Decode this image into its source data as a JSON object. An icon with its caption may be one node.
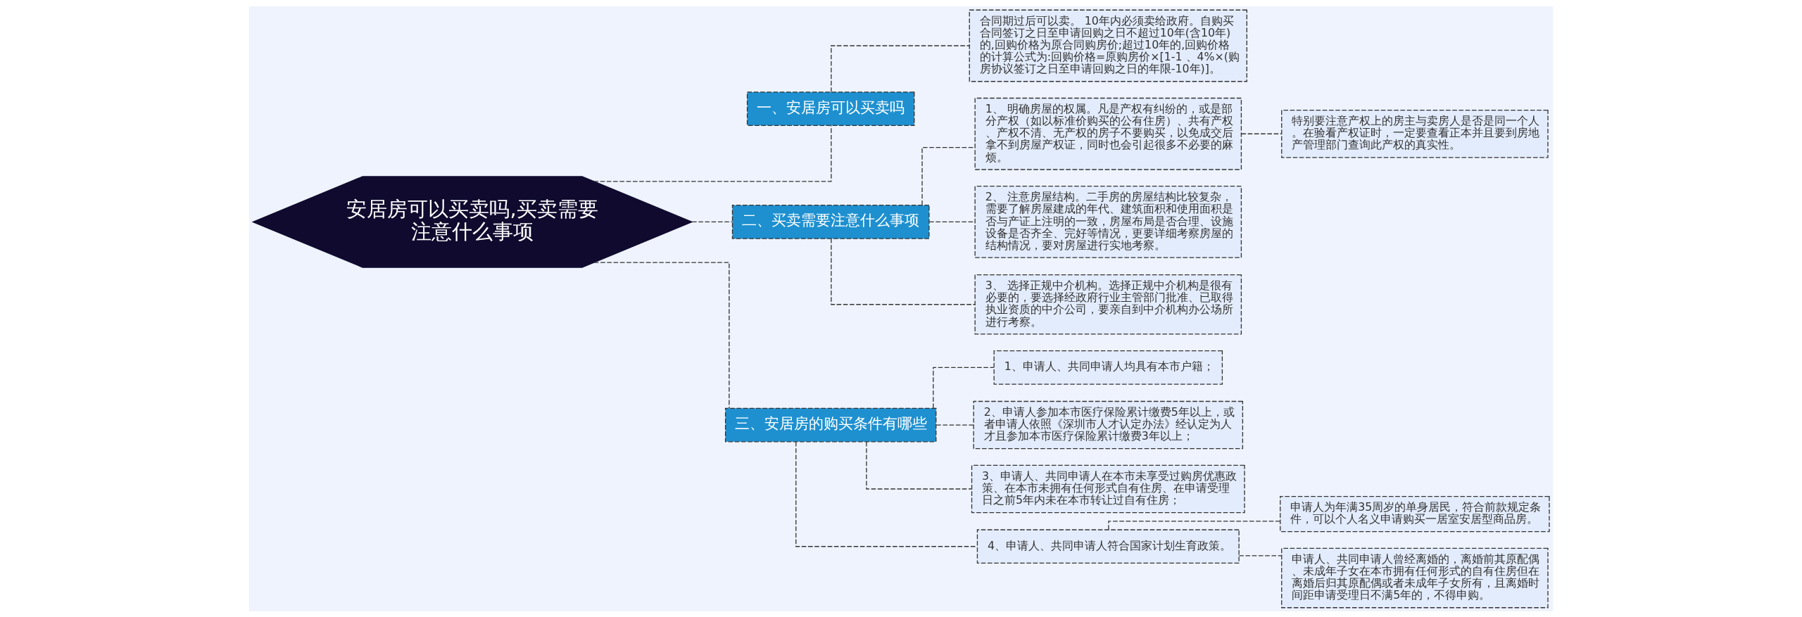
{
  "diagram": {
    "nodes": [
      {
        "text": [
          "安居房可以买卖吗,买卖需要注意什么事项"
        ]
      },
      {
        "text": [
          "一、安居房可以买卖吗"
        ]
      },
      {
        "text": [
          "合同期过后可以卖。 10年内必须卖给政府。自购买合同签订之日至申请回购之日不超过10年(含10年)的,回购价格为原合同购房价;超过10年的,回购价格的计算公式为:回购价格=原购房价×[1-1 、4%×(购房协议签订之日至申请回购之日的年限-10年)]。"
        ]
      },
      {
        "text": [
          "二、买卖需要注意什么事项"
        ]
      },
      {
        "text": [
          "1、 明确房屋的权属。凡是产权有纠纷的，或是部分产权（如以标准价购买的公有住房）、共有产权、产权不清、无产权的房子不要购买，以免成交后拿不到房屋产权证，同时也会引起很多不必要的麻烦。"
        ]
      },
      {
        "text": [
          "特别要注意产权上的房主与卖房人是否是同一个人。在验看产权证时，一定要查看正本并且要到房地产管理部门查询此产权的真实性。"
        ]
      },
      {
        "text": [
          "2、 注意房屋结构。二手房的房屋结构比较复杂，需要了解房屋建成的年代、建筑面积和使用面积是否与产证上注明的一致，房屋布局是否合理、设施设备是否齐全、完好等情况，更要详细考察房屋的结构情况，要对房屋进行实地考察。"
        ]
      },
      {
        "text": [
          "3、 选择正规中介机构。选择正规中介机构是很有必要的，要选择经政府行业主管部门批准、已取得执业资质的中介公司，要亲自到中介机构办公场所进行考察。"
        ]
      },
      {
        "text": [
          "三、安居房的购买条件有哪些"
        ]
      },
      {
        "text": [
          "1、申请人、共同申请人均具有本市户籍；"
        ]
      },
      {
        "text": [
          "2、申请人参加本市医疗保险累计缴费5年以上，或者申请人依照《深圳市人才认定办法》经认定为人才且参加本市医疗保险累计缴费3年以上；"
        ]
      },
      {
        "text": [
          "3、申请人、共同申请人在本市未享受过购房优惠政策、在本市未拥有任何形式自有住房、在申请受理日之前5年内未在本市转让过自有住房；"
        ]
      },
      {
        "text": [
          "4、申请人、共同申请人符合国家计划生育政策。"
        ]
      },
      {
        "text": [
          "申请人为年满35周岁的单身居民，符合前款规定条件，可以个人名义申请购买一居室安居型商品房。"
        ]
      },
      {
        "text": [
          "申请人、共同申请人曾经离婚的，离婚前其原配偶、未成年子女在本市拥有任何形式的自有住房但在离婚后归其原配偶或者未成年子女所有，且离婚时间距申请受理日不满5年的，不得申购。"
        ]
      }
    ],
    "edges": [
      {
        "from": 0,
        "to": 1,
        "arrow": "none",
        "style": "dashed"
      },
      {
        "from": 1,
        "to": 2,
        "arrow": "none",
        "style": "dashed"
      },
      {
        "from": 0,
        "to": 3,
        "arrow": "none",
        "style": "dashed"
      },
      {
        "from": 3,
        "to": 4,
        "arrow": "none",
        "style": "dashed"
      },
      {
        "from": 4,
        "to": 5,
        "arrow": "none",
        "style": "dashed"
      },
      {
        "from": 3,
        "to": 6,
        "arrow": "none",
        "style": "dashed"
      },
      {
        "from": 3,
        "to": 7,
        "arrow": "none",
        "style": "dashed"
      },
      {
        "from": 0,
        "to": 8,
        "arrow": "none",
        "style": "dashed"
      },
      {
        "from": 8,
        "to": 9,
        "arrow": "none",
        "style": "dashed"
      },
      {
        "from": 8,
        "to": 10,
        "arrow": "none",
        "style": "dashed"
      },
      {
        "from": 8,
        "to": 11,
        "arrow": "none",
        "style": "dashed"
      },
      {
        "from": 8,
        "to": 12,
        "arrow": "none",
        "style": "dashed"
      },
      {
        "from": 12,
        "to": 13,
        "arrow": "none",
        "style": "dashed"
      },
      {
        "from": 12,
        "to": 14,
        "arrow": "none",
        "style": "dashed"
      }
    ]
  }
}
